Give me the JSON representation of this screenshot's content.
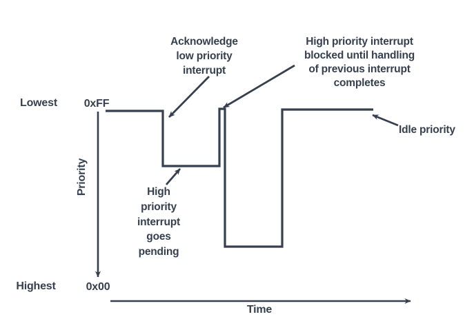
{
  "colors": {
    "ink": "#353f4e",
    "background": "#ffffff"
  },
  "axis": {
    "y_label": "Priority",
    "y_top_tick_label": "Lowest",
    "y_top_tick_value": "0xFF",
    "y_bottom_tick_label": "Highest",
    "y_bottom_tick_value": "0x00",
    "x_label": "Time"
  },
  "annotations": {
    "acknowledge": {
      "line1": "Acknowledge",
      "line2": "low priority",
      "line3": "interrupt"
    },
    "blocked": {
      "line1": "High priority interrupt",
      "line2": "blocked until handling",
      "line3": "of previous interrupt",
      "line4": "completes"
    },
    "pending": {
      "line1": "High",
      "line2": "priority",
      "line3": "interrupt",
      "line4": "goes",
      "line5": "pending"
    },
    "idle": {
      "label": "Idle priority"
    }
  },
  "waveform": {
    "points": [
      [
        153,
        161
      ],
      [
        236,
        161
      ],
      [
        236,
        241
      ],
      [
        318,
        241
      ],
      [
        318,
        158
      ],
      [
        326,
        158
      ],
      [
        326,
        358
      ],
      [
        409,
        358
      ],
      [
        409,
        159
      ],
      [
        541,
        159
      ]
    ]
  },
  "arrows": [
    {
      "name": "acknowledge-arrow",
      "kind": "leader",
      "from": [
        303,
        111
      ],
      "to": [
        245,
        170
      ]
    },
    {
      "name": "blocked-arrow",
      "kind": "leader",
      "from": [
        427,
        95
      ],
      "to": [
        324,
        156
      ]
    },
    {
      "name": "idle-priority-arrow",
      "kind": "leader",
      "from": [
        577,
        182
      ],
      "to": [
        540,
        167
      ]
    },
    {
      "name": "pending-arrow",
      "kind": "leader",
      "from": [
        241,
        268
      ],
      "to": [
        261,
        245
      ]
    },
    {
      "name": "y-axis",
      "kind": "axis",
      "from": [
        142,
        162
      ],
      "to": [
        142,
        402
      ]
    },
    {
      "name": "x-axis",
      "kind": "axis",
      "from": [
        160,
        437
      ],
      "to": [
        595,
        437
      ]
    }
  ]
}
